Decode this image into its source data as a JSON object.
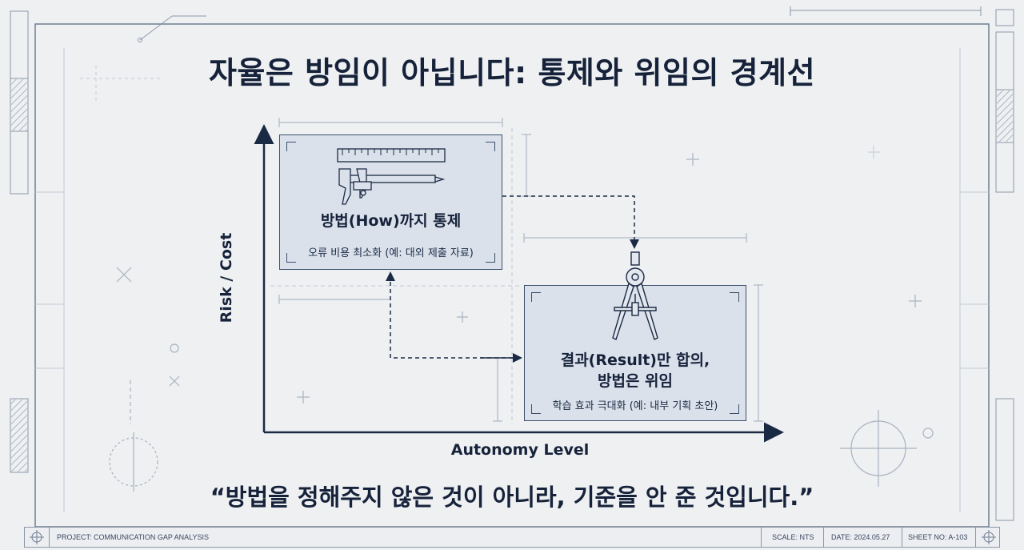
{
  "title": "자율은 방임이 아닙니다: 통제와 위임의 경계선",
  "diagram": {
    "y_axis_label": "Risk / Cost",
    "x_axis_label": "Autonomy Level",
    "box_control": {
      "title": "방법(How)까지 통제",
      "subtitle": "오류 비용 최소화 (예: 대외 제출 자료)",
      "icon": "ruler-caliper-icon"
    },
    "box_delegate": {
      "title_line1": "결과(Result)만 합의,",
      "title_line2": "방법은 위임",
      "subtitle": "학습 효과 극대화 (예: 내부 기획 초안)",
      "icon": "compass-icon"
    }
  },
  "quote": "“방법을 정해주지 않은 것이 아니라, 기준을 안 준 것입니다.”",
  "footer": {
    "project": "PROJECT: COMMUNICATION GAP ANALYSIS",
    "scale": "SCALE: NTS",
    "date": "DATE: 2024.05.27",
    "sheet": "SHEET NO: A-103"
  },
  "colors": {
    "background": "#eef0f2",
    "box_fill": "#dae1eb",
    "ink": "#16223a",
    "line": "#3d4f6b",
    "blueprint_faint": "#c9d0da"
  }
}
